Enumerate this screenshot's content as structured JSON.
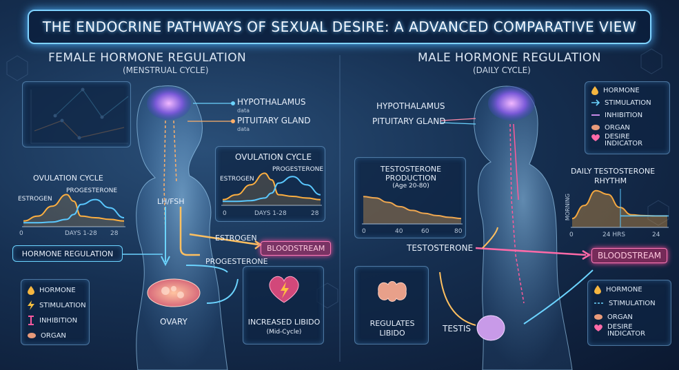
{
  "title": "THE ENDOCRINE PATHWAYS OF SEXUAL DESIRE: A ADVANCED COMPARATIVE VIEW",
  "female": {
    "heading": "FEMALE HORMONE REGULATION",
    "subheading": "(MENSTRUAL CYCLE)",
    "hypothalamus": "HYPOTHALAMUS",
    "hypothalamus_note": "data",
    "pituitary": "PITUITARY GLAND",
    "pituitary_note": "data",
    "lh_fsh": "LH/FSH",
    "estrogen_flow": "ESTROGEN",
    "progesterone_flow": "PROGESTERONE",
    "bloodstream": "BLOODSTREAM",
    "ovary": "OVARY",
    "hormone_regulation": "HORMONE REGULATION",
    "libido_line1": "INCREASED LIBIDO",
    "libido_line2": "(Mid-Cycle)",
    "legend": [
      {
        "icon": "droplet-icon",
        "label": "HORMONE"
      },
      {
        "icon": "lightning-icon",
        "label": "STIMULATION"
      },
      {
        "icon": "inhibition-icon",
        "label": "INHIBITION"
      },
      {
        "icon": "organ-icon",
        "label": "ORGAN"
      }
    ],
    "chart_left": {
      "title": "OVULATION CYCLE",
      "series1": "ESTROGEN",
      "series2": "PROGESTERONE",
      "xlabel": "DAYS 1-28",
      "x_start": "0",
      "x_end": "28"
    },
    "chart_center": {
      "title": "OVULATION CYCLE",
      "series1": "ESTROGEN",
      "series2": "PROGESTERONE",
      "xlabel": "DAYS 1-28",
      "x_start": "0",
      "x_end": "28"
    }
  },
  "male": {
    "heading": "MALE HORMONE REGULATION",
    "subheading": "(DAILY CYCLE)",
    "hypothalamus": "HYPOTHALAMUS",
    "pituitary": "PITUITARY GLAND",
    "testosterone_flow": "TESTOSTERONE",
    "bloodstream": "BLOODSTREAM",
    "testis": "TESTIS",
    "regulates_line1": "REGULATES",
    "regulates_line2": "LIBIDO",
    "legend_top": [
      {
        "icon": "hormone-icon",
        "label": "HORMONE"
      },
      {
        "icon": "stimulation-arrow-icon",
        "label": "STIMULATION"
      },
      {
        "icon": "inhibition-line-icon",
        "label": "INHIBITION"
      },
      {
        "icon": "organ-icon",
        "label": "ORGAN"
      },
      {
        "icon": "heart-icon",
        "label": "DESIRE INDICATOR"
      }
    ],
    "legend_bottom": [
      {
        "icon": "hormone-icon",
        "label": "HORMONE"
      },
      {
        "icon": "stimulation-dash-icon",
        "label": "STIMULATION"
      },
      {
        "icon": "organ-icon",
        "label": "ORGAN"
      },
      {
        "icon": "heart-icon",
        "label": "DESIRE INDICATOR"
      }
    ],
    "chart_testosterone": {
      "title_line1": "TESTOSTERONE",
      "title_line2": "PRODUCTION",
      "subtitle": "(Age 20-80)",
      "ticks": [
        "0",
        "40",
        "60",
        "80"
      ]
    },
    "chart_daily": {
      "title_line1": "DAILY TESTOSTERONE",
      "title_line2": "RHYTHM",
      "ylabel": "MORNING",
      "xlabel": "24 HRS",
      "x_start": "0",
      "x_end": "24"
    }
  },
  "chart_data": [
    {
      "type": "line",
      "title": "OVULATION CYCLE",
      "xlabel": "DAYS 1-28",
      "x": [
        0,
        4,
        8,
        12,
        14,
        16,
        20,
        24,
        28
      ],
      "series": [
        {
          "name": "ESTROGEN",
          "values": [
            0.15,
            0.3,
            0.6,
            0.95,
            0.75,
            0.3,
            0.25,
            0.2,
            0.15
          ]
        },
        {
          "name": "PROGESTERONE",
          "values": [
            0.1,
            0.1,
            0.12,
            0.2,
            0.35,
            0.65,
            0.8,
            0.55,
            0.25
          ]
        }
      ],
      "xlim": [
        0,
        28
      ]
    },
    {
      "type": "line",
      "title": "OVULATION CYCLE",
      "xlabel": "DAYS 1-28",
      "x": [
        0,
        4,
        8,
        12,
        14,
        16,
        20,
        24,
        28
      ],
      "series": [
        {
          "name": "ESTROGEN",
          "values": [
            0.15,
            0.3,
            0.6,
            0.95,
            0.75,
            0.3,
            0.25,
            0.2,
            0.15
          ]
        },
        {
          "name": "PROGESTERONE",
          "values": [
            0.1,
            0.1,
            0.12,
            0.2,
            0.35,
            0.65,
            0.85,
            0.6,
            0.3
          ]
        }
      ],
      "xlim": [
        0,
        28
      ]
    },
    {
      "type": "area",
      "title": "TESTOSTERONE PRODUCTION (Age 20-80)",
      "x": [
        0,
        10,
        20,
        30,
        40,
        50,
        60,
        70,
        80
      ],
      "series": [
        {
          "values": [
            0.9,
            0.85,
            0.7,
            0.55,
            0.42,
            0.32,
            0.24,
            0.18,
            0.14
          ]
        }
      ],
      "xlim": [
        0,
        80
      ]
    },
    {
      "type": "area",
      "title": "DAILY TESTOSTERONE RHYTHM",
      "xlabel": "24 HRS",
      "ylabel": "MORNING",
      "x": [
        0,
        3,
        6,
        9,
        12,
        15,
        18,
        21,
        24
      ],
      "series": [
        {
          "values": [
            0.2,
            0.55,
            0.95,
            0.85,
            0.5,
            0.3,
            0.28,
            0.27,
            0.27
          ]
        }
      ],
      "xlim": [
        0,
        24
      ]
    }
  ]
}
